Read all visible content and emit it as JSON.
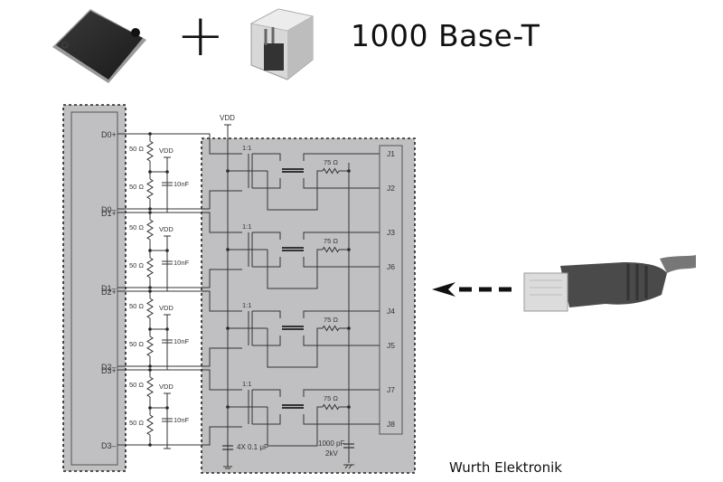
{
  "title": "1000 Base-T",
  "plus_symbol": "+",
  "credit": "Wurth Elektronik",
  "colors": {
    "box_fill": "#c0c0c2",
    "wire": "#3a3a3a",
    "label": "#333333",
    "background": "#ffffff"
  },
  "phy_chip": {
    "icon": "qfp-chip-icon",
    "pins": [
      {
        "plus": "D0+",
        "minus": "D0–"
      },
      {
        "plus": "D1+",
        "minus": "D1–"
      },
      {
        "plus": "D2+",
        "minus": "D2–"
      },
      {
        "plus": "D3+",
        "minus": "D3–"
      }
    ]
  },
  "termination": {
    "resistor_label": "50 Ω",
    "supply_label": "VDD",
    "cap_label": "10nF"
  },
  "magjack": {
    "icon": "rj45-magjack-icon",
    "vdd_label": "VDD",
    "ratio_label": "1:1",
    "bob_resistor_label": "75 Ω",
    "center_tap_cap_label": "4X 0.1 μF",
    "hv_cap_label": "1000 pF",
    "hv_cap_rating": "2kV",
    "channels": [
      {
        "top": "J1",
        "bottom": "J2"
      },
      {
        "top": "J3",
        "bottom": "J6"
      },
      {
        "top": "J4",
        "bottom": "J5"
      },
      {
        "top": "J7",
        "bottom": "J8"
      }
    ]
  },
  "cable": {
    "icon": "rj45-cable-plug-icon",
    "arrow_icon": "dashed-arrow-left-icon"
  }
}
